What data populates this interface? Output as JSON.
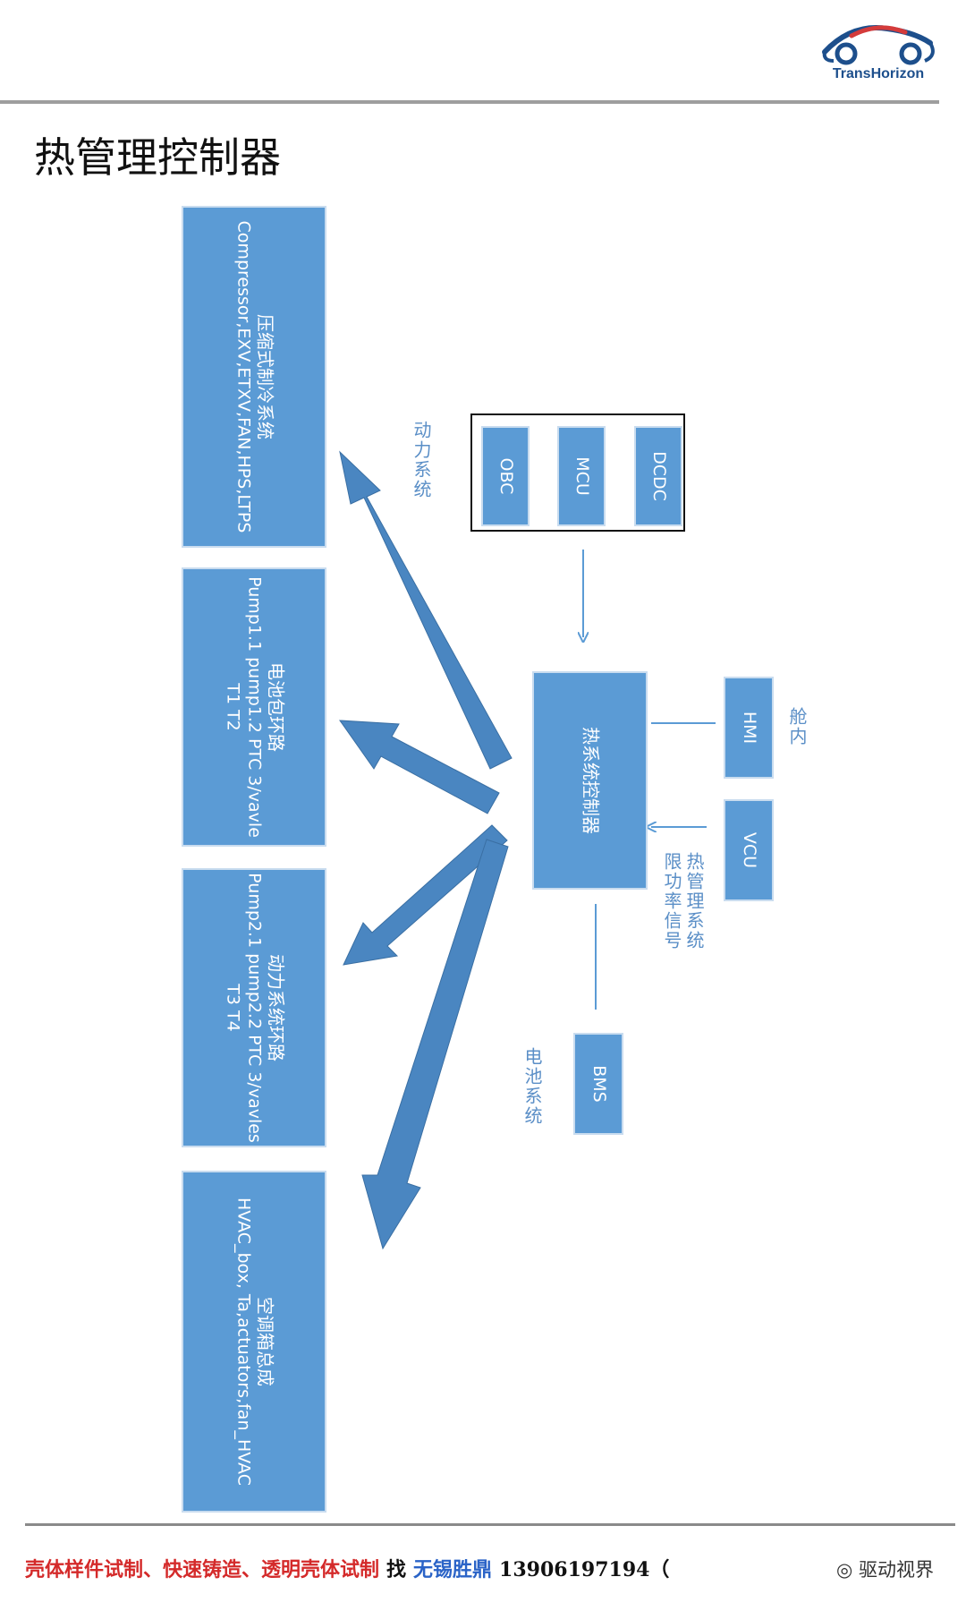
{
  "title": "热管理控制器",
  "logo": {
    "text": "TransHorizon"
  },
  "loops": [
    {
      "title": "压缩式制冷系统",
      "detail": "Compressor,EXV,ETXV,FAN,HPS,LTPS",
      "detail2": ""
    },
    {
      "title": "电池包环路",
      "detail": "Pump1.1 pump1.2 PTC 3/vavle",
      "detail2": "T1 T2"
    },
    {
      "title": "动力系统环路",
      "detail": "Pump2.1 pump2.2 PTC 3/vavles",
      "detail2": "T3 T4"
    },
    {
      "title": "空调箱总成",
      "detail": "HVAC_box, Ta,actuators,fan_HVAC",
      "detail2": ""
    }
  ],
  "sources": [
    "OBC",
    "MCU",
    "DCDC"
  ],
  "controller": "热系统控制器",
  "hmi": "HMI",
  "vcu": "VCU",
  "bms": "BMS",
  "labels": {
    "powertrain_system": "动力系统",
    "cabin": "舱内",
    "power_limit_signal": "热管理系统限功率信号",
    "battery_system": "电池系统"
  },
  "footer": {
    "ad": "壳体样件试制、快速铸造、透明壳体试制",
    "find": "找",
    "company": "无锡胜鼎",
    "phone": "13906197194（",
    "watermark": "驱动视界"
  },
  "colors": {
    "box": "#5b9bd5",
    "arrow": "#4a86c1",
    "label": "#5b8fc7",
    "footer_red": "#d42a2a",
    "footer_blue": "#2a63c7"
  }
}
